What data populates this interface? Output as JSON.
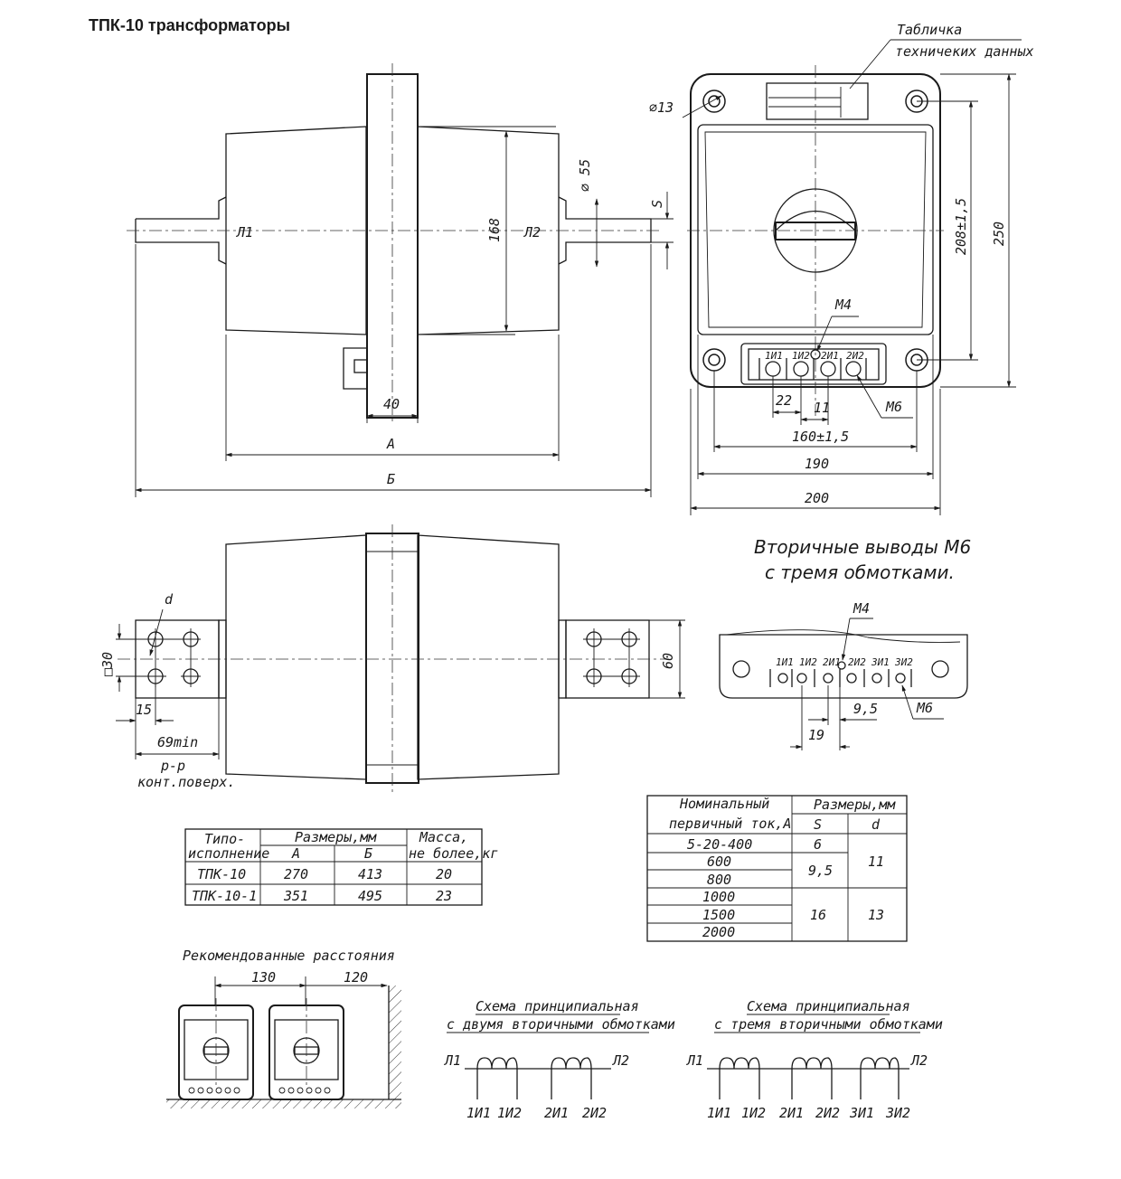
{
  "title": "ТПК-10 трансформаторы",
  "front_view": {
    "label_L1": "Л1",
    "label_L2": "Л2",
    "dim_168": "168",
    "dim_d55": "⌀ 55",
    "dim_S": "S",
    "dim_40": "40",
    "dim_A": "А",
    "dim_B": "Б"
  },
  "side_view": {
    "nameplate": "Табличка",
    "nameplate2": "техничеких данных",
    "dim_d13": "⌀13",
    "dim_208": "208±1,5",
    "dim_250": "250",
    "M4": "М4",
    "M6": "М6",
    "dim_22": "22",
    "dim_11": "11",
    "dim_160": "160±1,5",
    "dim_190": "190",
    "dim_200": "200",
    "terminals": [
      "1И1",
      "1И2",
      "2И1",
      "2И2"
    ]
  },
  "top_view": {
    "dim_d": "d",
    "dim_30": "□30",
    "dim_60": "60",
    "dim_15": "15",
    "dim_69": "69min",
    "note1": "р-р",
    "note2": "конт.поверх."
  },
  "secondary3": {
    "title1": "Вторичные выводы М6",
    "title2": "с тремя обмотками.",
    "M4": "М4",
    "M6": "М6",
    "dim_95": "9,5",
    "dim_19": "19",
    "terminals": [
      "1И1",
      "1И2",
      "2И1",
      "2И2",
      "3И1",
      "3И2"
    ]
  },
  "table1": {
    "h_type1": "Типо-",
    "h_type2": "исполнение",
    "h_dims": "Размеры,мм",
    "h_A": "А",
    "h_B": "Б",
    "h_mass1": "Масса,",
    "h_mass2": "не более,кг",
    "rows": [
      [
        "ТПК-10",
        "270",
        "413",
        "20"
      ],
      [
        "ТПК-10-1",
        "351",
        "495",
        "23"
      ]
    ]
  },
  "table2": {
    "h_cur1": "Номинальный",
    "h_cur2": "первичный ток,А",
    "h_dims": "Размеры,мм",
    "h_S": "S",
    "h_d": "d",
    "currents": [
      "5-20-400",
      "600",
      "800",
      "1000",
      "1500",
      "2000"
    ],
    "S_values": [
      "6",
      "9,5",
      "16"
    ],
    "d_values": [
      "11",
      "13"
    ]
  },
  "recommended": {
    "title": "Рекомендованные расстояния",
    "dim_130": "130",
    "dim_120": "120"
  },
  "scheme2": {
    "title1": "Схема принципиальная",
    "title2": "с двумя вторичными обмотками",
    "L1": "Л1",
    "L2": "Л2",
    "terminals": [
      "1И1",
      "1И2",
      "2И1",
      "2И2"
    ]
  },
  "scheme3": {
    "title1": "Схема принципиальная",
    "title2": "с тремя вторичными обмотками",
    "L1": "Л1",
    "L2": "Л2",
    "terminals": [
      "1И1",
      "1И2",
      "2И1",
      "2И2",
      "3И1",
      "3И2"
    ]
  }
}
